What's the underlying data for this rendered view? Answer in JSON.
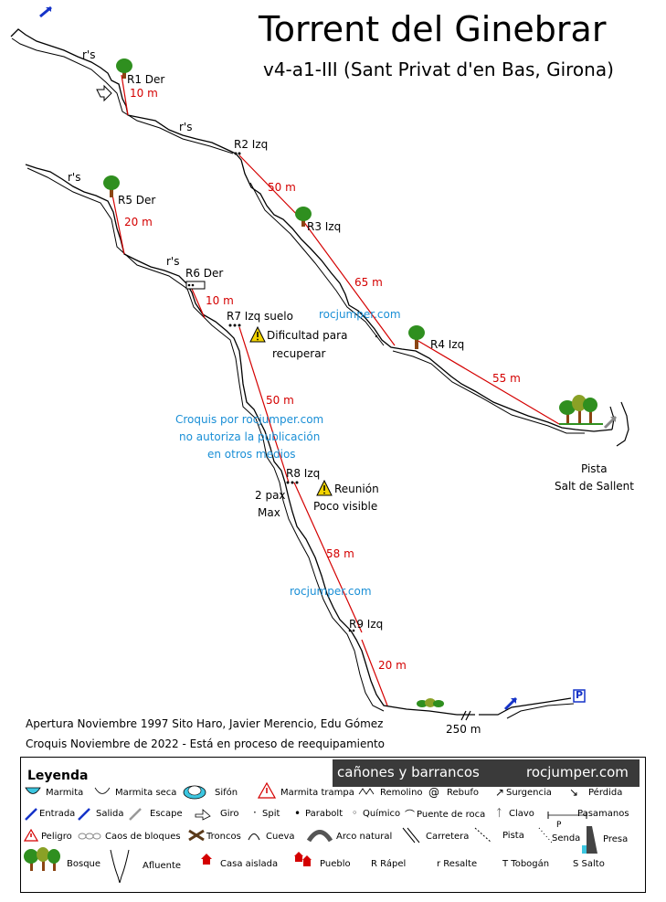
{
  "title": "Torrent del Ginebrar",
  "subtitle": "v4-a1-III (Sant Privat d'en Bas, Girona)",
  "stations": {
    "r1": "R1 Der",
    "r2": "R2 Izq",
    "r3": "R3 Izq",
    "r4": "R4 Izq",
    "r5": "R5 Der",
    "r6": "R6 Der",
    "r7": "R7 Izq suelo",
    "r8": "R8 Izq",
    "r9": "R9 Izq"
  },
  "lengths": {
    "r1": "10 m",
    "r2": "50 m",
    "r3": "65 m",
    "r4": "55 m",
    "r5": "20 m",
    "r6": "10 m",
    "r7": "50 m",
    "r8": "58 m",
    "r9": "20 m"
  },
  "rs_labels": [
    "r's",
    "r's",
    "r's",
    "r's"
  ],
  "warnings": {
    "r7_line1": "Dificultad para",
    "r7_line2": "recuperar",
    "r8_line1": "Reunión",
    "r8_line2": "Poco visible"
  },
  "capacity": {
    "line1": "2 pax",
    "line2": "Max"
  },
  "exit_place": {
    "line1": "Pista",
    "line2": "Salt de Sallent"
  },
  "watermark": "rocjumper.com",
  "copyright": {
    "line1": "Croquis por rocjumper.com",
    "line2": "no autoriza la publicación",
    "line3": "en otros medios"
  },
  "walk_distance": "250 m",
  "credits": {
    "line1": "Apertura Noviembre 1997 Sito Haro, Javier  Merencio, Edu Gómez",
    "line2": "Croquis Noviembre de 2022 - Está en proceso de reequipamiento"
  },
  "parking_letter": "P",
  "legend": {
    "title": "Leyenda",
    "brand_left": "cañones y barrancos",
    "brand_right": "rocjumper.com",
    "items": {
      "marmita": "Marmita",
      "marmita_seca": "Marmita seca",
      "sifon": "Sifón",
      "marmita_trampa": "Marmita trampa",
      "remolino": "Remolino",
      "rebufo": "Rebufo",
      "surgencia": "Surgencia",
      "perdida": "Pérdida",
      "entrada": "Entrada",
      "salida": "Salida",
      "escape": "Escape",
      "giro": "Giro",
      "spit": "Spit",
      "parabolt": "Parabolt",
      "quimico": "Químico",
      "puente_roca": "Puente de roca",
      "clavo": "Clavo",
      "pasamanos": "Pasamanos",
      "pasamanos_p": "P",
      "peligro": "Peligro",
      "caos": "Caos de bloques",
      "troncos": "Troncos",
      "cueva": "Cueva",
      "arco": "Arco natural",
      "carretera": "Carretera",
      "pista": "Pista",
      "senda": "Senda",
      "presa": "Presa",
      "bosque": "Bosque",
      "afluente": "Afluente",
      "casa": "Casa aislada",
      "pueblo": "Pueblo",
      "rapel": "R Rápel",
      "resalte": "r Resalte",
      "tobogan": "T Tobogán",
      "salto": "S Salto"
    }
  },
  "colors": {
    "rope": "#d40000",
    "watermark": "#1a8fd6",
    "tree_leaf": "#2f8f1f",
    "tree_trunk": "#8b4513",
    "entry_arrow": "#1533c8",
    "warning": "#f2d300"
  }
}
